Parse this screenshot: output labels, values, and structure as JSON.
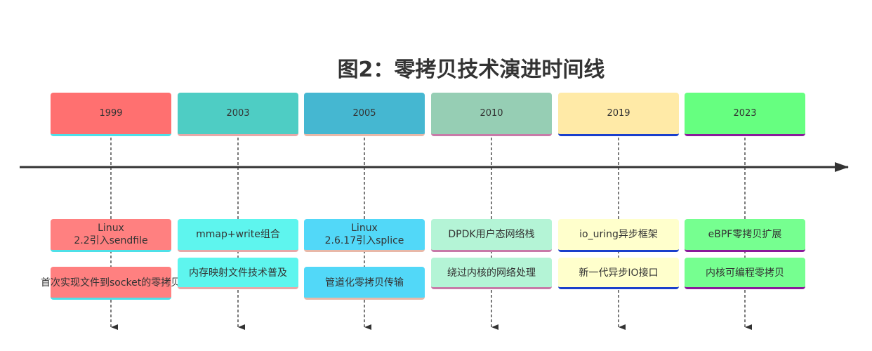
{
  "title": "图2：零拷贝技术演进时间线",
  "milestones": [
    {
      "year": "1999",
      "event_line1": "Linux",
      "event_line2": "2.2引入sendfile",
      "detail": "首次实现文件到socket的零拷贝",
      "fill": "#FF7070",
      "light_fill": "#FF8080",
      "border": "#4EE0E8"
    },
    {
      "year": "2003",
      "event_line1": "mmap+write组合",
      "event_line2": "",
      "detail": "内存映射文件技术普及",
      "fill": "#4ECDC4",
      "light_fill": "#5EF5EE",
      "border": "#E8A8A8"
    },
    {
      "year": "2005",
      "event_line1": "Linux",
      "event_line2": "2.6.17引入splice",
      "detail": "管道化零拷贝传输",
      "fill": "#45B7D1",
      "light_fill": "#52D8F8",
      "border": "#E8B8A8"
    },
    {
      "year": "2010",
      "event_line1": "DPDK用户态网络栈",
      "event_line2": "",
      "detail": "绕过内核的网络处理",
      "fill": "#96CEB4",
      "light_fill": "#B4F4D6",
      "border": "#C87AA8"
    },
    {
      "year": "2019",
      "event_line1": "io_uring异步框架",
      "event_line2": "",
      "detail": "新一代异步IO接口",
      "fill": "#FFEAA7",
      "light_fill": "#FFFFCC",
      "border": "#1A3FCC"
    },
    {
      "year": "2023",
      "event_line1": "eBPF零拷贝扩展",
      "event_line2": "",
      "detail": "内核可编程零拷贝",
      "fill": "#66FF80",
      "light_fill": "#76FF90",
      "border": "#8A1A9A"
    }
  ]
}
